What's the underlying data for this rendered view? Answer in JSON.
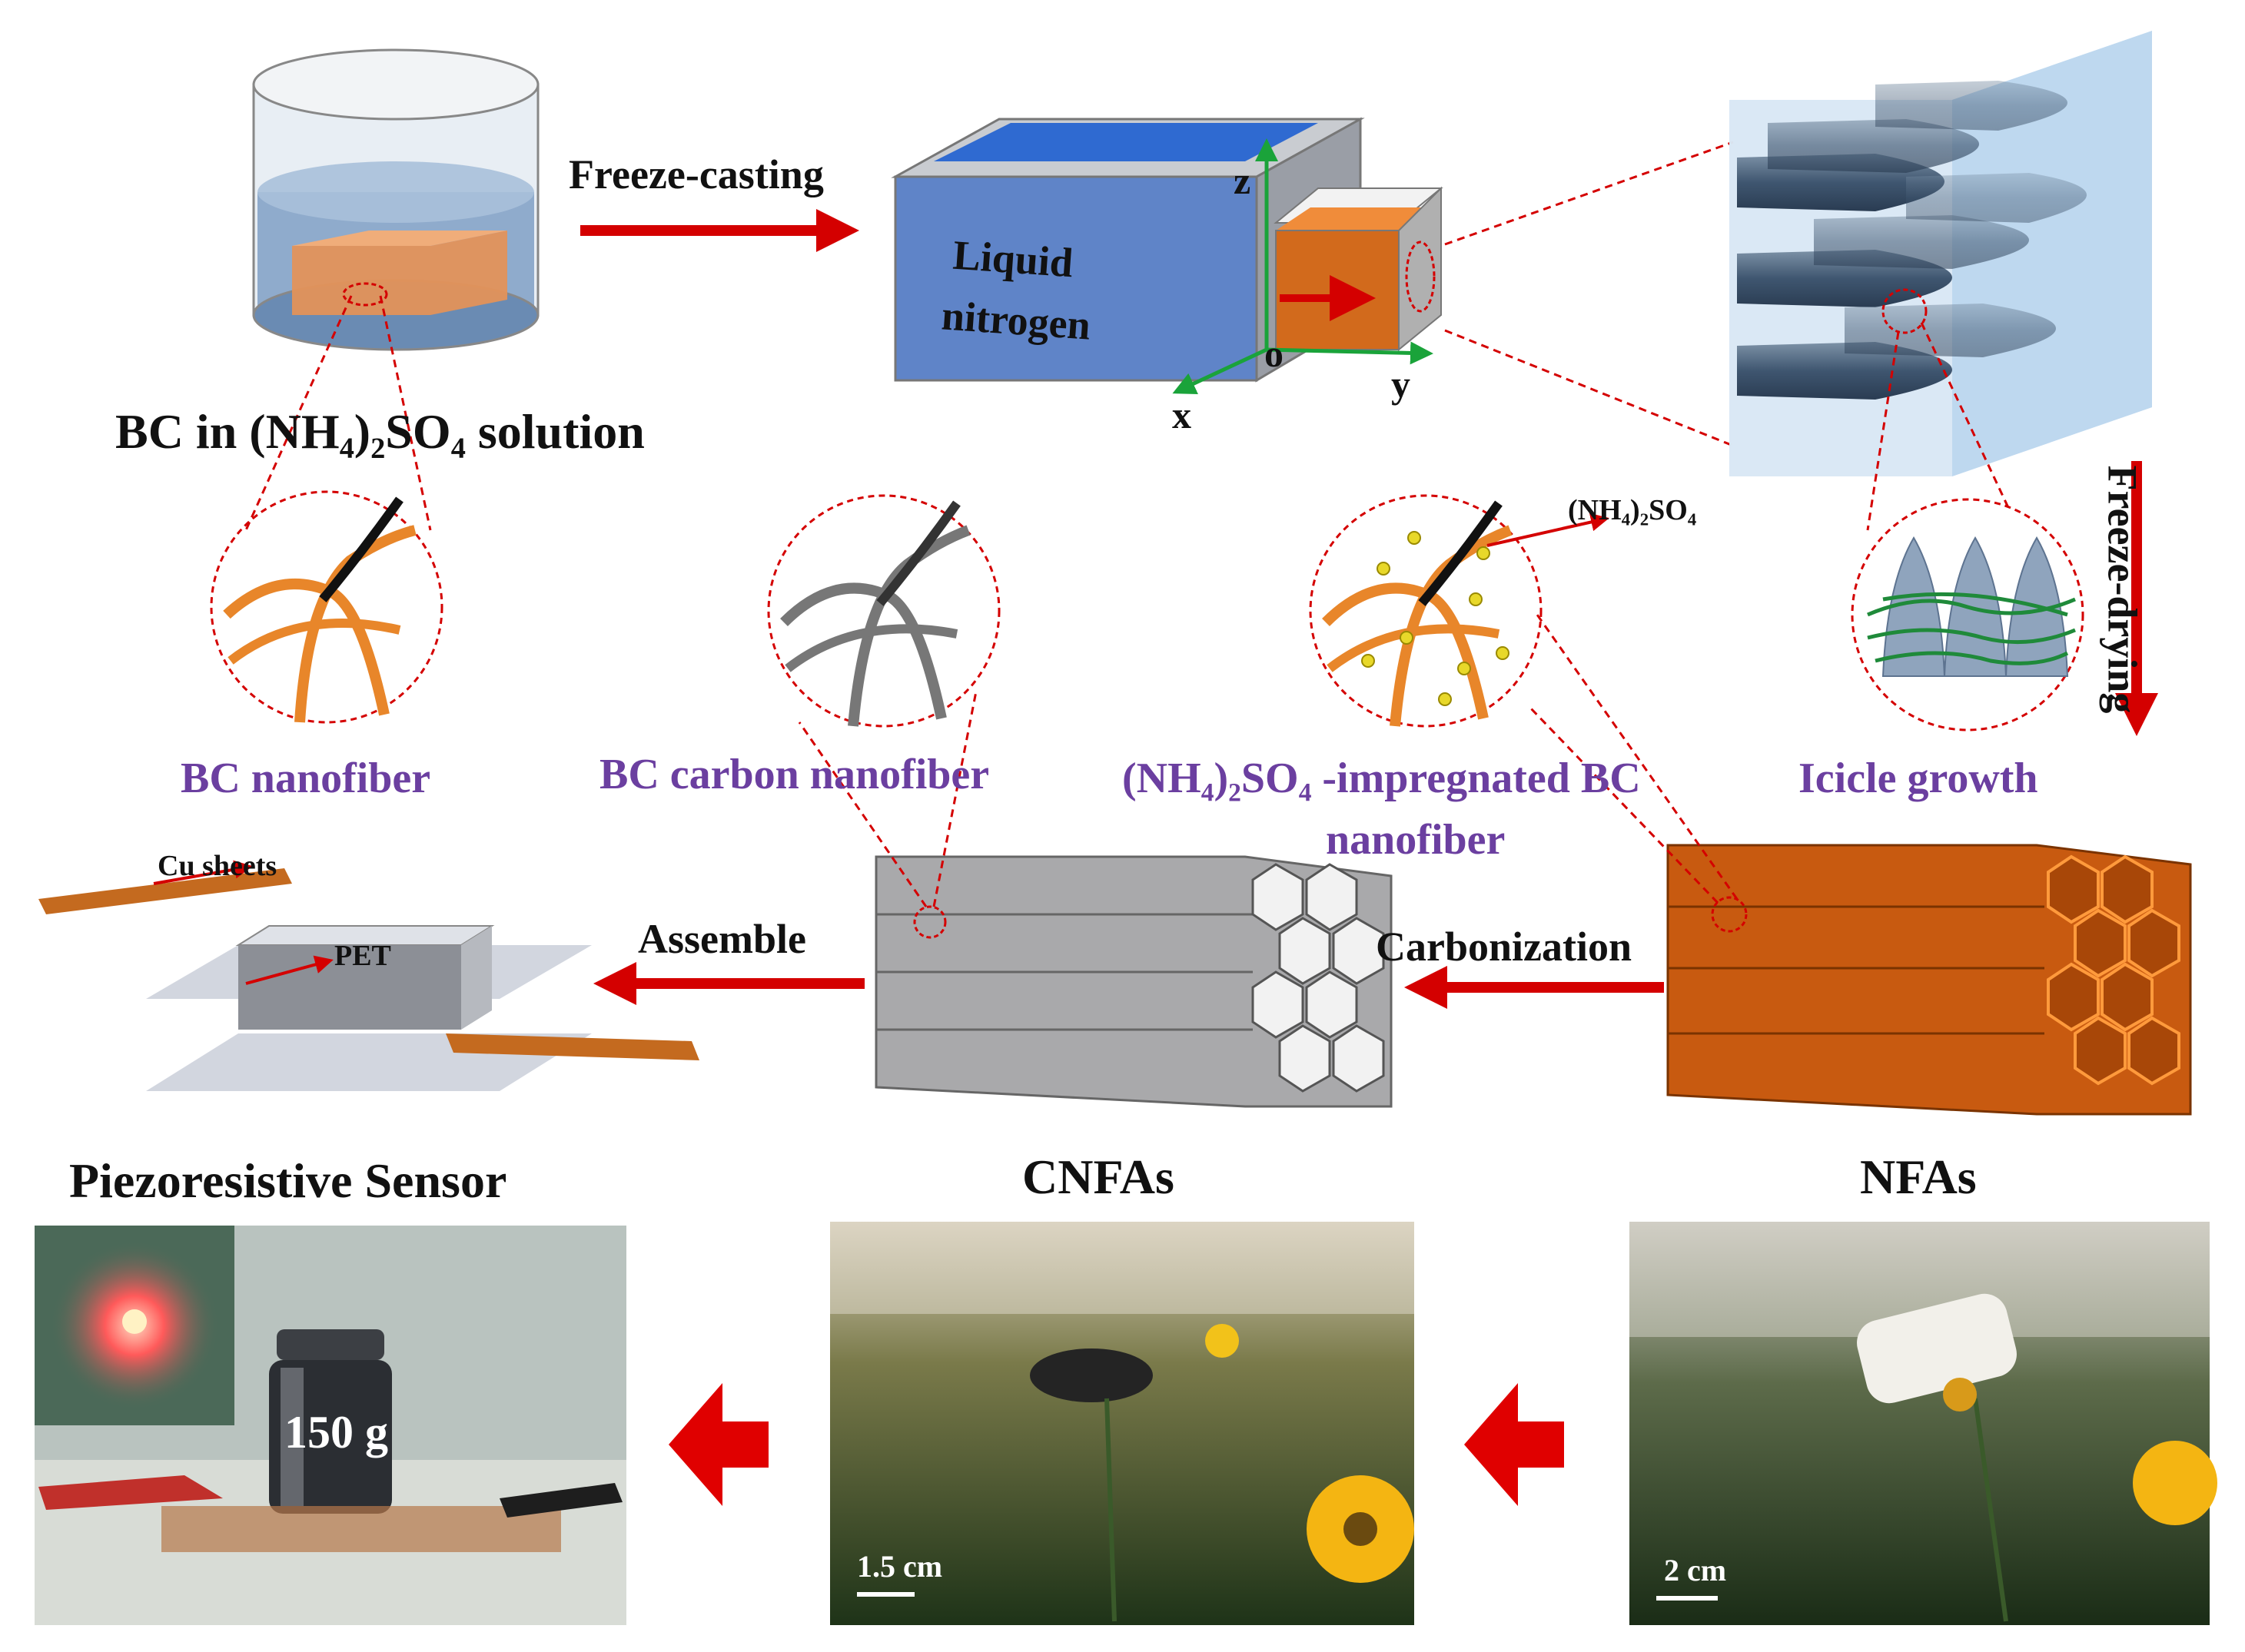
{
  "top": {
    "beaker_caption": "BC in (NH₄)₂SO₄ solution",
    "freeze_casting": "Freeze-casting",
    "liquid_nitrogen_line1": "Liquid",
    "liquid_nitrogen_line2": "nitrogen",
    "axis_z": "z",
    "axis_o": "o",
    "axis_x": "x",
    "axis_y": "y",
    "freeze_drying": "Freeze-drying"
  },
  "middle": {
    "bc_nanofiber": "BC nanofiber",
    "bc_carbon_nanofiber": "BC  carbon nanofiber",
    "impregnated_line1": "(NH₄)₂SO₄ -impregnated BC",
    "impregnated_line2": "nanofiber",
    "ammonium_sulfate_pointer": "(NH₄)₂SO₄",
    "icicle_growth": "Icicle growth"
  },
  "lower": {
    "cu_sheets": "Cu sheets",
    "pet": "PET",
    "assemble": "Assemble",
    "carbonization": "Carbonization"
  },
  "bottom": {
    "piezoresistive_sensor": "Piezoresistive Sensor",
    "cnfas": "CNFAs",
    "nfas": "NFAs",
    "weight_label": "150 g",
    "scale_cnfas": "1.5 cm",
    "scale_nfas": "2 cm"
  },
  "colors": {
    "arrow_red": "#d40000",
    "purple_text": "#6b3fa0",
    "orange_fiber": "#e8862a",
    "aerogel_orange": "#c85a10",
    "carbon_grey": "#8a8a8a"
  }
}
